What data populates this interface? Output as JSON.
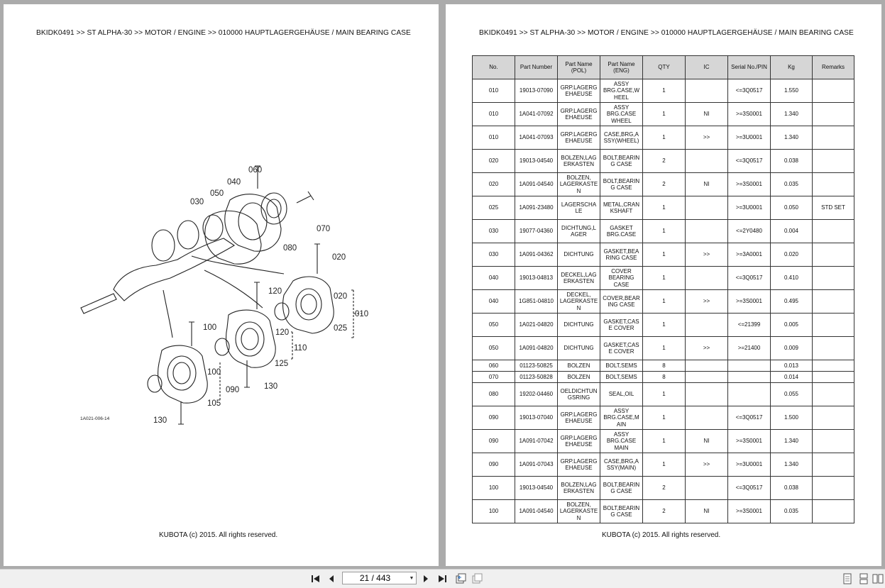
{
  "header_text": "BKIDK0491 >> ST ALPHA-30 >> MOTOR / ENGINE >> 010000   HAUPTLAGERGEHÄUSE / MAIN BEARING CASE",
  "footer_text": "KUBOTA (c) 2015. All rights reserved.",
  "figure": {
    "code": "1A021-006-14",
    "callouts": [
      "060",
      "040",
      "050",
      "030",
      "070",
      "080",
      "020",
      "120",
      "020",
      "010",
      "025",
      "100",
      "120",
      "110",
      "125",
      "100",
      "090",
      "130",
      "105",
      "130"
    ]
  },
  "table": {
    "columns": [
      "No.",
      "Part Number",
      "Part Name (POL)",
      "Part Name (ENG)",
      "QTY",
      "IC",
      "Serial No./PIN",
      "Kg",
      "Remarks"
    ],
    "rows": [
      [
        "010",
        "19013-07090",
        "GRP.LAGERG EHAEUSE",
        "ASSY BRG.CASE,W HEEL",
        "1",
        "",
        "<=3Q0517",
        "1.550",
        ""
      ],
      [
        "010",
        "1A041-07092",
        "GRP.LAGERG EHAEUSE",
        "ASSY BRG.CASE WHEEL",
        "1",
        "NI",
        ">=3S0001",
        "1.340",
        ""
      ],
      [
        "010",
        "1A041-07093",
        "GRP.LAGERG EHAEUSE",
        "CASE,BRG,A SSY(WHEEL)",
        "1",
        ">>",
        ">=3U0001",
        "1.340",
        ""
      ],
      [
        "020",
        "19013-04540",
        "BOLZEN,LAG ERKASTEN",
        "BOLT,BEARIN G CASE",
        "2",
        "",
        "<=3Q0517",
        "0.038",
        ""
      ],
      [
        "020",
        "1A091-04540",
        "BOLZEN, LAGERKASTE N",
        "BOLT,BEARIN G CASE",
        "2",
        "NI",
        ">=3S0001",
        "0.035",
        ""
      ],
      [
        "025",
        "1A091-23480",
        "LAGERSCHA LE",
        "METAL,CRAN KSHAFT",
        "1",
        "",
        ">=3U0001",
        "0.050",
        "STD SET"
      ],
      [
        "030",
        "19077-04360",
        "DICHTUNG,L AGER",
        "GASKET BRG.CASE",
        "1",
        "",
        "<=2Y0480",
        "0.004",
        ""
      ],
      [
        "030",
        "1A091-04362",
        "DICHTUNG",
        "GASKET,BEA RING CASE",
        "1",
        ">>",
        ">=3A0001",
        "0.020",
        ""
      ],
      [
        "040",
        "19013-04813",
        "DECKEL,LAG ERKASTEN",
        "COVER BEARING CASE",
        "1",
        "",
        "<=3Q0517",
        "0.410",
        ""
      ],
      [
        "040",
        "1G851-04810",
        "DECKEL, LAGERKASTE N",
        "COVER,BEAR ING CASE",
        "1",
        ">>",
        ">=3S0001",
        "0.495",
        ""
      ],
      [
        "050",
        "1A021-04820",
        "DICHTUNG",
        "GASKET,CAS E COVER",
        "1",
        "",
        "<=21399",
        "0.005",
        ""
      ],
      [
        "050",
        "1A091-04820",
        "DICHTUNG",
        "GASKET,CAS E COVER",
        "1",
        ">>",
        ">=21400",
        "0.009",
        ""
      ],
      [
        "060",
        "01123-50825",
        "BOLZEN",
        "BOLT,SEMS",
        "8",
        "",
        "",
        "0.013",
        ""
      ],
      [
        "070",
        "01123-50828",
        "BOLZEN",
        "BOLT,SEMS",
        "8",
        "",
        "",
        "0.014",
        ""
      ],
      [
        "080",
        "19202-04460",
        "OELDICHTUN GSRING",
        "SEAL,OIL",
        "1",
        "",
        "",
        "0.055",
        ""
      ],
      [
        "090",
        "19013-07040",
        "GRP.LAGERG EHAEUSE",
        "ASSY BRG.CASE,M AIN",
        "1",
        "",
        "<=3Q0517",
        "1.500",
        ""
      ],
      [
        "090",
        "1A091-07042",
        "GRP.LAGERG EHAEUSE",
        "ASSY BRG.CASE MAIN",
        "1",
        "NI",
        ">=3S0001",
        "1.340",
        ""
      ],
      [
        "090",
        "1A091-07043",
        "GRP.LAGERG EHAEUSE",
        "CASE,BRG,A SSY(MAIN)",
        "1",
        ">>",
        ">=3U0001",
        "1.340",
        ""
      ],
      [
        "100",
        "19013-04540",
        "BOLZEN,LAG ERKASTEN",
        "BOLT,BEARIN G CASE",
        "2",
        "",
        "<=3Q0517",
        "0.038",
        ""
      ],
      [
        "100",
        "1A091-04540",
        "BOLZEN, LAGERKASTE N",
        "BOLT,BEARIN G CASE",
        "2",
        "NI",
        ">=3S0001",
        "0.035",
        ""
      ]
    ]
  },
  "toolbar": {
    "page_display": "21 / 443",
    "icons": [
      "first-page-icon",
      "prev-page-icon",
      "next-page-icon",
      "last-page-icon",
      "previous-view-icon",
      "next-view-icon",
      "single-page-view-icon",
      "continuous-view-icon",
      "facing-view-icon"
    ]
  }
}
